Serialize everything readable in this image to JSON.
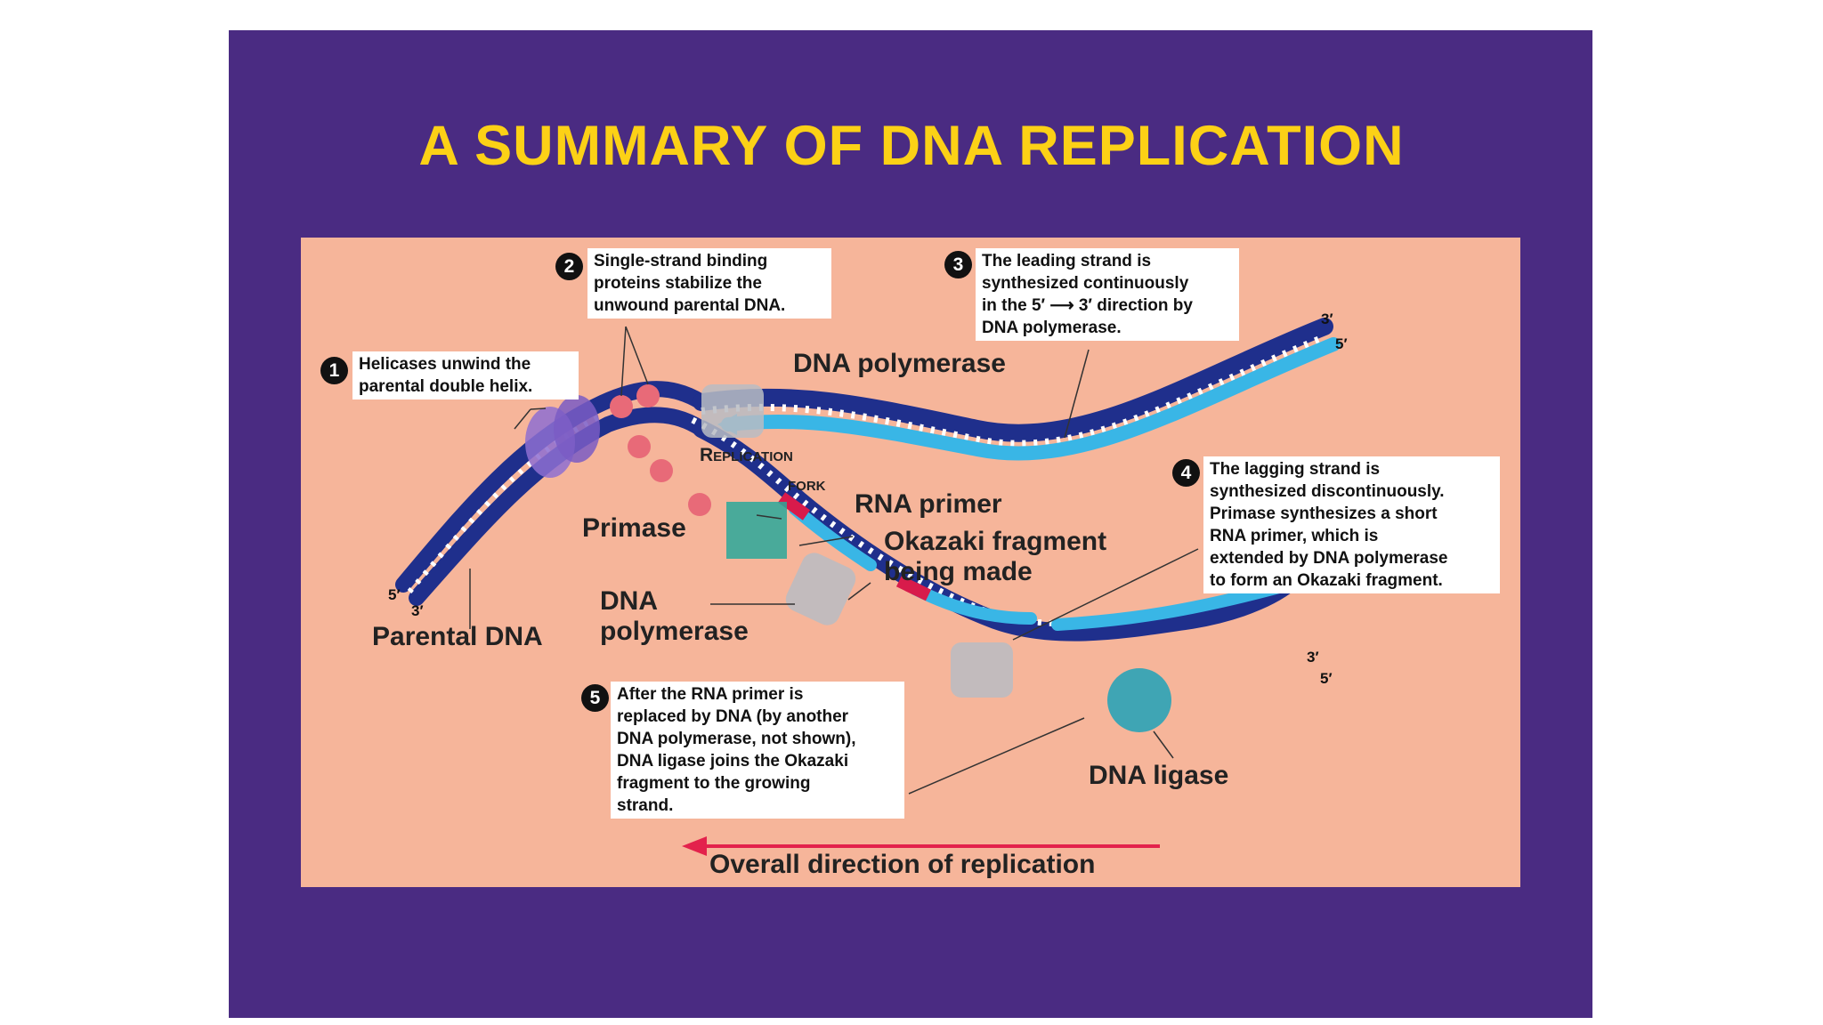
{
  "title": "A SUMMARY OF DNA REPLICATION",
  "steps": [
    {
      "number": "1",
      "text": "Helicases unwind the\nparental double helix."
    },
    {
      "number": "2",
      "text": "Single-strand binding\nproteins stabilize the\nunwound parental DNA."
    },
    {
      "number": "3",
      "text": "The leading strand is\nsynthesized continuously\nin the 5′ ⟶ 3′ direction by\nDNA polymerase."
    },
    {
      "number": "4",
      "text": "The lagging strand is\nsynthesized discontinuously.\nPrimase synthesizes a short\nRNA primer, which is\nextended by DNA polymerase\nto form an Okazaki fragment."
    },
    {
      "number": "5",
      "text": "After the RNA primer is\nreplaced by DNA (by another\nDNA polymerase, not shown),\nDNA ligase joins the Okazaki\nfragment to the growing\nstrand."
    }
  ],
  "labels": {
    "dna_polymerase_top": "DNA polymerase",
    "replication": "Replication",
    "fork": "fork",
    "rna_primer": "RNA primer",
    "primase": "Primase",
    "okazaki": "Okazaki fragment\nbeing made",
    "dna_polymerase_bottom": "DNA\npolymerase",
    "parental_dna": "Parental DNA",
    "dna_ligase": "DNA ligase",
    "direction": "Overall direction of replication"
  },
  "strand_ends": {
    "left_5": "5′",
    "left_3": "3′",
    "top_3": "3′",
    "top_5": "5′",
    "bottom_3": "3′",
    "bottom_5": "5′"
  },
  "colors": {
    "background": "#4a2b82",
    "title": "#fcd116",
    "panel": "#f6b59a",
    "parental_strand": "#1f2f8c",
    "new_strand": "#39b6e6",
    "rna_primer": "#d81b4b",
    "helicase": "#8e6fd1",
    "ssb": "#e86a78",
    "primase": "#2aa89a",
    "polymerase": "#b9bcc3",
    "ligase": "#1fa2b8",
    "arrow": "#e3224c"
  }
}
